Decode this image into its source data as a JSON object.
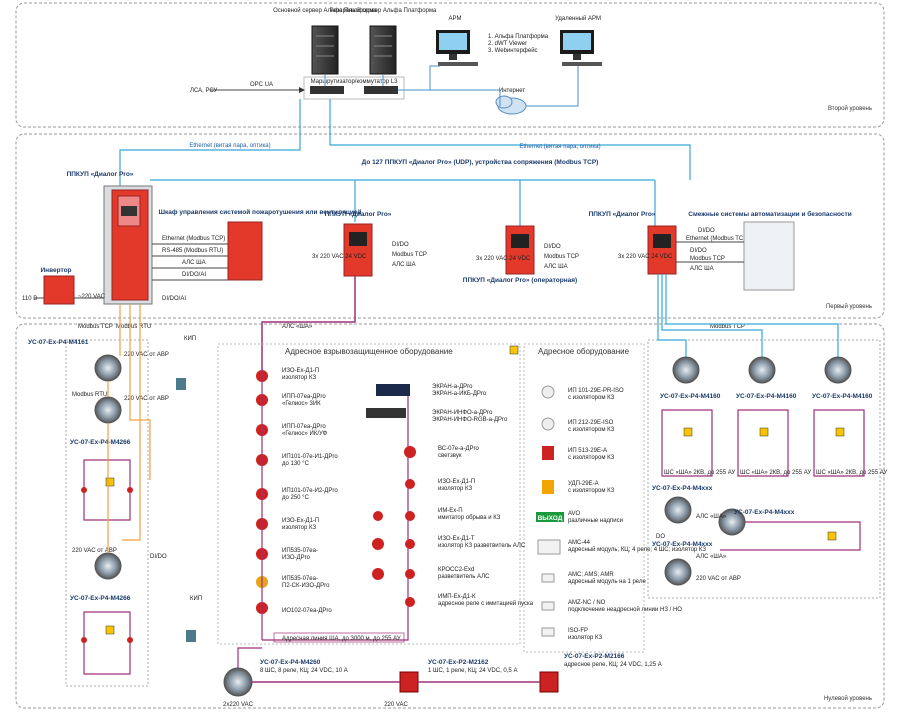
{
  "levels": {
    "second": "Второй уровень",
    "first": "Первый уровень",
    "zero": "Нулевой уровень"
  },
  "servers": {
    "main": "Основной сервер Альфа Платформа",
    "reserve": "Резервный сервер Альфа Платформа",
    "router": "Маршрутизатор/коммутатор L3",
    "opc": "OPC UA",
    "lsa": "ЛСА, РСУ",
    "internet": "Интернет"
  },
  "arm": {
    "local": "АРМ",
    "remote": "Удаленный АРМ",
    "apps": [
      "1. Альфа Платформа",
      "2. dWT Viewer",
      "3. Webинтерфейс"
    ]
  },
  "ethernet_left": "Ethernet (витая пара, оптика)",
  "ethernet_right": "Ethernet (витая пара, оптика)",
  "udp_note": "До 127 ППКУП «Диалог Pro» (UDP), устройства сопряжения (Modbus TCP)",
  "main_panel": {
    "title": "ППКУП «Диалог Pro»",
    "modbus_tcp": "Modbus TCP",
    "modbus_rtu": "Modbus RTU",
    "dido_ai": "DI/DO/AI"
  },
  "inverter": {
    "title": "Инвертор",
    "v220": "~220 VAC",
    "v110": "110 В"
  },
  "cabinet": {
    "title": "Шкаф управления системой пожаротушения или вентиляцией",
    "lines": [
      "Ethernet (Modbus TCP)",
      "RS-485 (Modbus RTU)",
      "АЛС ША",
      "DI/DO/AI"
    ]
  },
  "panel2": {
    "title": "ППКУП «Диалог Pro»",
    "lines": [
      "DI/DO",
      "Modbus TCP",
      "АЛС ША"
    ],
    "power": "3х 220 VAC 24 VDC"
  },
  "panel3": {
    "title": "ППКУП «Диалог Pro» (операторная)",
    "lines": [
      "DI/DO",
      "Modbus TCP",
      "АЛС ША"
    ],
    "power": "3х 220 VAC 24 VDC"
  },
  "panel4": {
    "title": "ППКУП «Диалог Pro»",
    "lines": [
      "DI/DO",
      "Ethernet (Modbus TCP)",
      "DI/DO",
      "Modbus TCP",
      "АЛС ША"
    ],
    "power": "3х 220 VAC 24 VDC"
  },
  "related": "Смежные системы автоматизации и безопасности",
  "als_sha": "АЛС «ША»",
  "left_nodes": {
    "n1": "УС-07-Ex-P4-M4161",
    "n2": "УС-07-Ex-P4-M4266",
    "n3": "УС-07-Ex-P4-M4266",
    "modbus_rtu": "Modbus RTU",
    "kip1": "КИП",
    "kip2": "КИП",
    "dido": "DI/DO",
    "v220": "220 VAC от АВР",
    "ex": "Ex"
  },
  "explosion_section": {
    "title": "Адресное взрывозащищенное оборудование",
    "devices": [
      {
        "name": "ИЗО-Ex-Д1-П",
        "desc": "изолятор КЗ"
      },
      {
        "name": "ИПП-07еа-ДPro",
        "desc": "«Гелиос» 3ИК"
      },
      {
        "name": "ИПП-07еа-ДPro",
        "desc": "«Гелиос» ИК/УФ"
      },
      {
        "name": "ИП101-07е-И1-ДPro",
        "desc": "до 130 °С"
      },
      {
        "name": "ИП101-07е-И2-ДPro",
        "desc": "до 250 °С"
      },
      {
        "name": "ИЗО-Ex-Д1-П",
        "desc": "изолятор КЗ"
      },
      {
        "name": "ИП535-07еа-",
        "desc": "ИЗО-ДPro"
      },
      {
        "name": "ИП535-07еа-",
        "desc": "П2-СК-ИЗО-ДPro"
      },
      {
        "name": "ИО102-07еа-ДPro",
        "desc": ""
      }
    ],
    "devices_right": [
      {
        "name": "ЭКРАН-а-ДPro",
        "desc": "ЭКРАН-а-ИКБ-ДPro"
      },
      {
        "name": "ЭКРАН-ИНФО-а-ДPro",
        "desc": "ЭКРАН-ИНФО-RGB-а-ДPro"
      },
      {
        "name": "ВС-07е-а-ДPro",
        "desc": "светзвук"
      },
      {
        "name": "ИЗО-Ex-Д1-П",
        "desc": "изолятор КЗ"
      },
      {
        "name": "ИМ-Ex-П",
        "desc": "имитатор обрыва и КЗ"
      },
      {
        "name": "ИЗО-Ex-Д1-Т",
        "desc": "изолятор КЗ разветвитель АЛС"
      },
      {
        "name": "КРОСС2-Ехd",
        "desc": "разветвитель АЛС"
      },
      {
        "name": "ИМП-Ex-Д1-К",
        "desc": "адресное реле с имитацией пуска"
      }
    ],
    "line_note": "Адресная линия ША, до 3000 м, до 255 АУ",
    "ex": "Ex"
  },
  "address_section": {
    "title": "Адресное оборудование",
    "devices": [
      {
        "name": "ИП 101-29Е-PR-ISO",
        "desc": "с изолятором КЗ"
      },
      {
        "name": "ИП 212-29Е-ISO",
        "desc": "с изолятором КЗ"
      },
      {
        "name": "ИП 513-29Е-А",
        "desc": "с изолятором КЗ"
      },
      {
        "name": "УДП-29Е-А",
        "desc": "с изолятором КЗ"
      },
      {
        "name": "AVO",
        "desc": "различные надписи"
      },
      {
        "name": "AMC-44",
        "desc": "адресный модуль; КЦ; 4 реле; 4 ШС; изолятор КЗ"
      },
      {
        "name": "AMC; AMS; AMR",
        "desc": "адресный модуль на 1 реле"
      },
      {
        "name": "AMZ-NC / NO",
        "desc": "подключение неадресной линии НЗ / НО"
      },
      {
        "name": "ISO-FP",
        "desc": "изолятор КЗ"
      }
    ],
    "exit_sign": "ВЫХОД"
  },
  "bottom_nodes": [
    {
      "name": "УС-07-Ex-P4-M4260",
      "desc": "8 ШС, 8 реле, КЦ; 24 VDC, 10 А"
    },
    {
      "name": "УС-07-Ex-P2-M2162",
      "desc": "1 ШС, 1 реле, КЦ; 24 VDC, 0,5 А"
    },
    {
      "name": "УС-07-Ex-P2-M2166",
      "desc": "адресное реле, КЦ; 24 VDC, 1,25 А"
    }
  ],
  "bottom_power": [
    "2х220 VAC",
    "220 VAC"
  ],
  "right_nodes": {
    "top": [
      "УС-07-Ex-P4-M4160",
      "УС-07-Ex-P4-M4160",
      "УС-07-Ex-P4-M4160"
    ],
    "mid": [
      "УС-07-Ex-P4-M4xxx",
      "УС-07-Ex-P4-M4xxx",
      "УС-07-Ex-P4-M4xxx"
    ],
    "modbus_tcp": "Modbus TCP",
    "als": "АЛС «ША»",
    "do": "DO",
    "v220": "220 VAC от АВР",
    "ex": "Ex",
    "strip": "ШС «ША» 2КВ, до 255 АУ"
  }
}
